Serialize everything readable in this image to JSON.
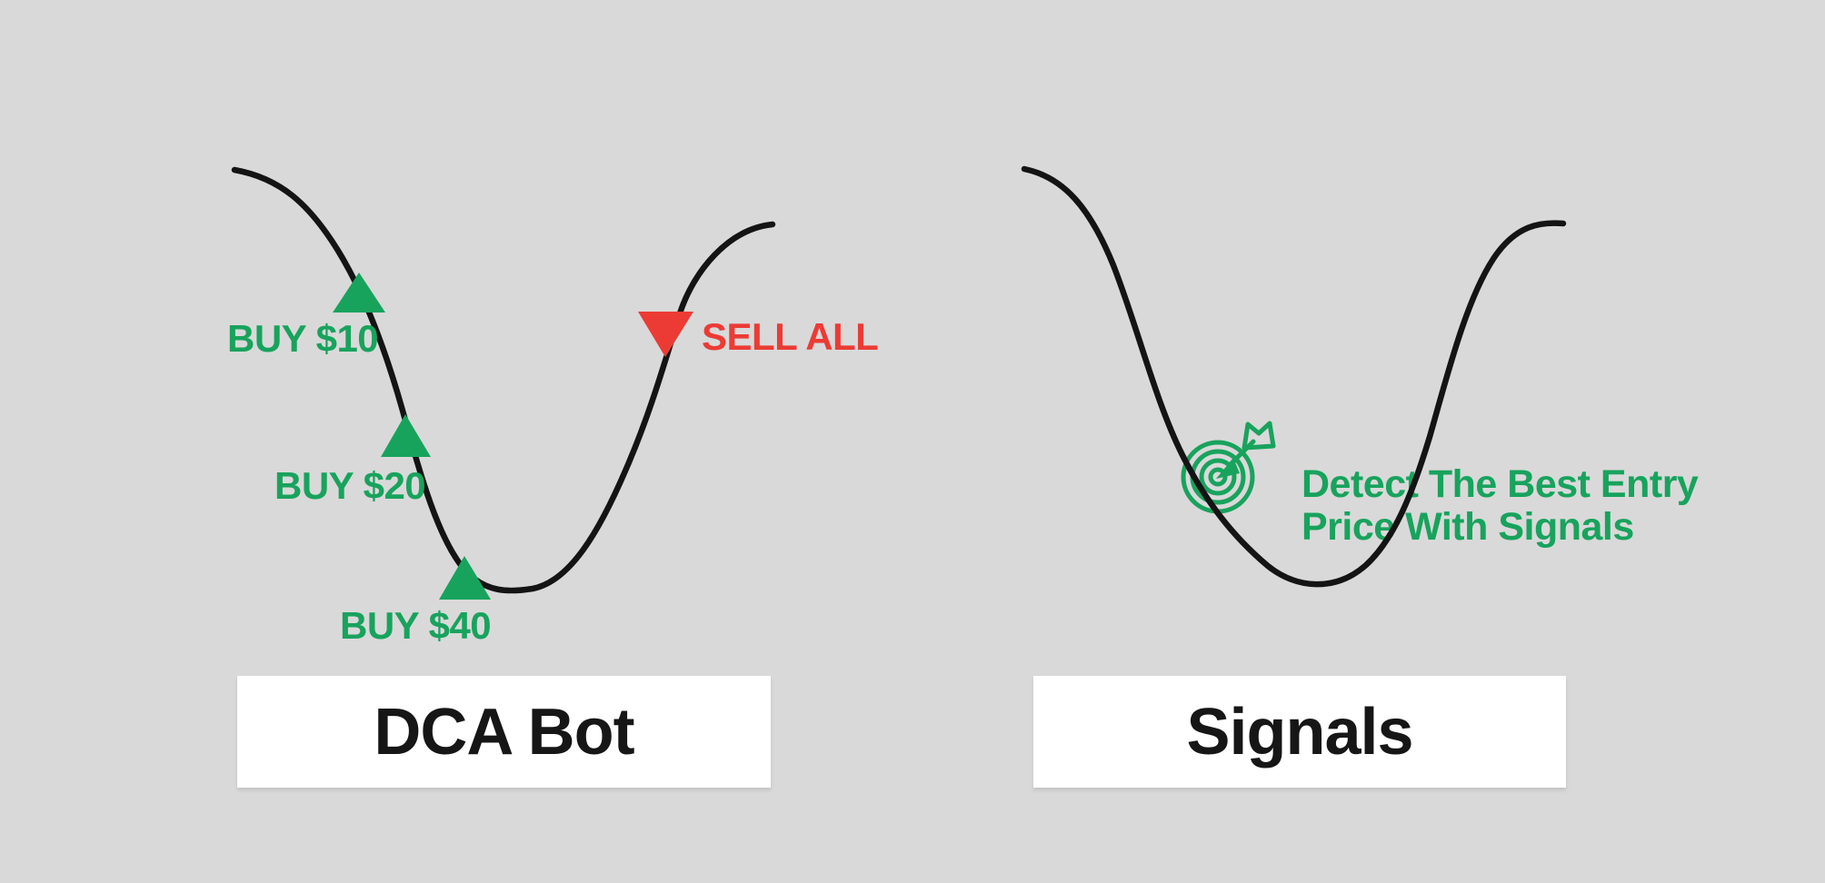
{
  "colors": {
    "background": "#D9D9D9",
    "curve": "#141414",
    "green": "#18A35D",
    "red": "#EC3B35",
    "box_background": "#FFFFFF",
    "box_text": "#161616"
  },
  "left_panel": {
    "label": "DCA Bot",
    "buy_markers": [
      {
        "label": "BUY $10"
      },
      {
        "label": "BUY $20"
      },
      {
        "label": "BUY $40"
      }
    ],
    "sell_marker": {
      "label": "SELL ALL"
    }
  },
  "right_panel": {
    "label": "Signals",
    "icon": "target-dart-icon",
    "callout": {
      "line1": "Detect The Best Entry",
      "line2": "Price With Signals"
    }
  }
}
